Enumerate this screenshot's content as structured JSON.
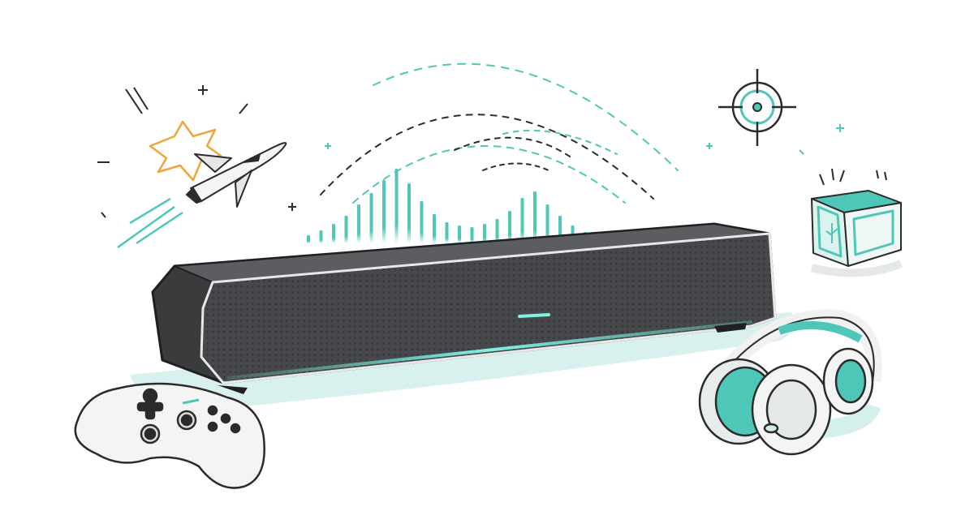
{
  "scene": {
    "description_free": true,
    "colors": {
      "background": "#ffffff",
      "ink": "#2b2b2b",
      "teal": "#4fc7b8",
      "teal_soft": "#cfeeea",
      "speaker_body": "#3a3b3d",
      "speaker_grille": "#46484b",
      "flame": "#f2a43a",
      "light_gray": "#e9ecec"
    },
    "icons": [
      "soundbar-icon",
      "game-controller-icon",
      "headphones-icon",
      "jet-fighter-icon",
      "crosshair-icon",
      "supply-crate-icon",
      "sound-wave-icon",
      "equalizer-bars-icon"
    ],
    "equalizer_levels": [
      0.1,
      0.16,
      0.24,
      0.34,
      0.48,
      0.62,
      0.78,
      0.92,
      0.74,
      0.52,
      0.36,
      0.26,
      0.22,
      0.2,
      0.24,
      0.3,
      0.4,
      0.56,
      0.64,
      0.48,
      0.34,
      0.22,
      0.14,
      0.1
    ]
  }
}
